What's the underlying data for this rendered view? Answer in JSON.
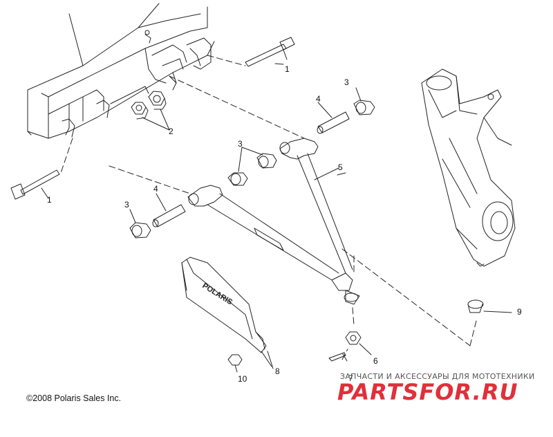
{
  "diagram": {
    "callouts": {
      "c1_top": "1",
      "c1_left": "1",
      "c2": "2",
      "c3_right": "3",
      "c3_mid": "3",
      "c3_left": "3",
      "c4_right": "4",
      "c4_left": "4",
      "c5": "5",
      "c6": "6",
      "c7": "7",
      "c8": "8",
      "c9": "9",
      "c10": "10"
    },
    "copyright": "©2008 Polaris Sales Inc.",
    "guard_logo_text": "POLARIS",
    "watermark": {
      "subtitle": "ЗАПЧАСТИ И АКСЕССУАРЫ ДЛЯ МОТОТЕХНИКИ",
      "logo": "PARTSFOR.RU"
    },
    "colors": {
      "line": "#222222",
      "watermark_red": "#e0303a"
    }
  }
}
